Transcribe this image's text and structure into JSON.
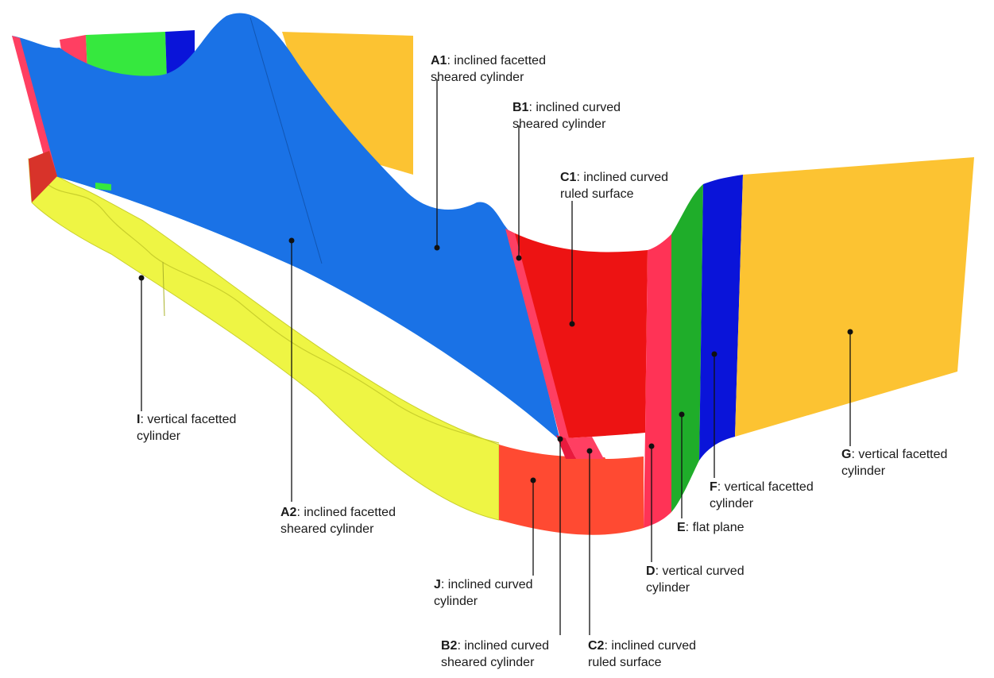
{
  "colors": {
    "surface_a": "#1a72e6",
    "surface_a2": "#3399ef",
    "surface_b": "#ff3f62",
    "surface_c": "#ed1313",
    "surface_d": "#ff3356",
    "surface_e": "#1fad2a",
    "surface_f": "#0a14d9",
    "surface_g": "#fcc332",
    "surface_i": "#eef544",
    "surface_j": "#ff4a32",
    "green_bright": "#36e83e",
    "leader": "#111111"
  },
  "labels": [
    {
      "id": "A1",
      "code": "A1",
      "text_line1": ": inclined facetted",
      "text_line2": "sheared cylinder"
    },
    {
      "id": "B1",
      "code": "B1",
      "text_line1": ": inclined curved",
      "text_line2": "sheared cylinder"
    },
    {
      "id": "C1",
      "code": "C1",
      "text_line1": ": inclined curved",
      "text_line2": "ruled surface"
    },
    {
      "id": "I",
      "code": "I",
      "text_line1": ": vertical facetted",
      "text_line2": "cylinder"
    },
    {
      "id": "A2",
      "code": "A2",
      "text_line1": ": inclined facetted",
      "text_line2": "sheared cylinder"
    },
    {
      "id": "G",
      "code": "G",
      "text_line1": ": vertical facetted",
      "text_line2": "cylinder"
    },
    {
      "id": "F",
      "code": "F",
      "text_line1": ": vertical facetted",
      "text_line2": "cylinder"
    },
    {
      "id": "E",
      "code": "E",
      "text_line1": ": flat plane",
      "text_line2": ""
    },
    {
      "id": "D",
      "code": "D",
      "text_line1": ": vertical curved",
      "text_line2": "cylinder"
    },
    {
      "id": "J",
      "code": "J",
      "text_line1": ": inclined curved",
      "text_line2": "cylinder"
    },
    {
      "id": "B2",
      "code": "B2",
      "text_line1": ": inclined curved",
      "text_line2": "sheared cylinder"
    },
    {
      "id": "C2",
      "code": "C2",
      "text_line1": ": inclined curved",
      "text_line2": "ruled surface"
    }
  ]
}
